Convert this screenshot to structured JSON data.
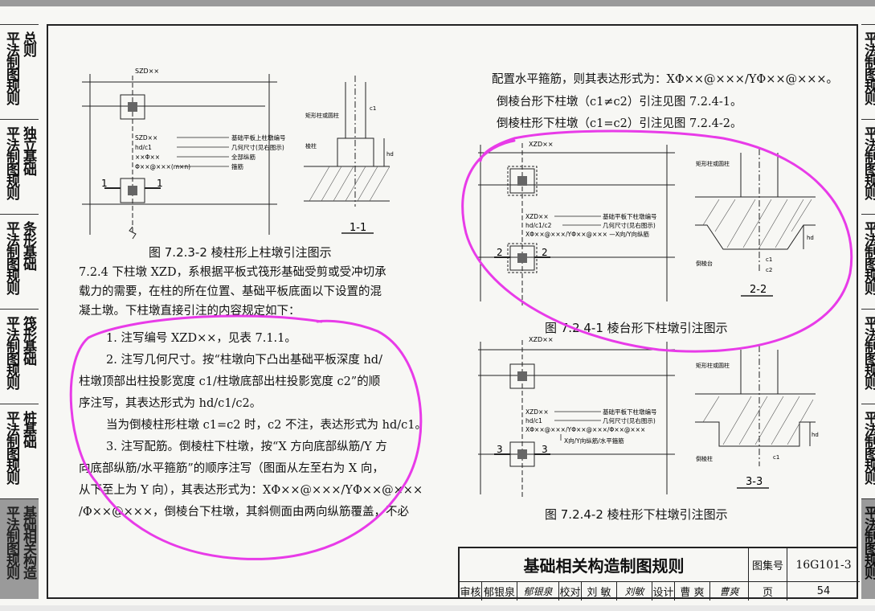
{
  "left_tabs": [
    {
      "lines": [
        "总则",
        "平法制图规则"
      ]
    },
    {
      "lines": [
        "独立基础",
        "平法制图规则"
      ]
    },
    {
      "lines": [
        "条形基础",
        "平法制图规则"
      ]
    },
    {
      "lines": [
        "筏形基础",
        "平法制图规则"
      ]
    },
    {
      "lines": [
        "桩基础",
        "平法制图规则"
      ]
    },
    {
      "lines": [
        "基础相关构造",
        "平法制图规则"
      ],
      "active": true
    }
  ],
  "right_tabs": [
    "平法制图规则",
    "平法制图规则",
    "平法制图规则",
    "平法制图规则",
    "平法制图规则",
    "平法制图规则"
  ],
  "figure_left_top": {
    "xzd_label": "SZD××",
    "callout_lines": [
      "SZD××",
      "hd/c1",
      "××Φ××",
      "Φ××@×××(m×n)"
    ],
    "callout_desc": [
      "基础平板上柱墩编号",
      "几何尺寸(见右图示)",
      "全部纵筋",
      "箍筋"
    ],
    "sec_marks": [
      "1",
      "1"
    ],
    "section_notes": [
      "矩形柱或圆柱",
      "棱柱",
      "hd",
      "c1"
    ],
    "section_title": "1-1",
    "caption": "图 7.2.3-2  棱柱形上柱墩引注图示"
  },
  "left_text": {
    "p1_lines": [
      "7.2.4  下柱墩 XZD，系根据平板式筏形基础受剪或受冲切承",
      "载力的需要，在柱的所在位置、基础平板底面以下设置的混",
      "凝土墩。下柱墩直接引注的内容规定如下："
    ],
    "items": [
      "1. 注写编号 XZD××，见表 7.1.1。",
      "2. 注写几何尺寸。按“柱墩向下凸出基础平板深度 hd/",
      "柱墩顶部出柱投影宽度 c1/柱墩底部出柱投影宽度 c2”的顺",
      "序注写，其表达形式为 hd/c1/c2。",
      "当为倒棱柱形柱墩 c1=c2 时，c2 不注，表达形式为 hd/c1。",
      "3. 注写配筋。倒棱柱下柱墩，按“X 方向底部纵筋/Y 方",
      "向底部纵筋/水平箍筋”的顺序注写（图面从左至右为 X 向，",
      "从下至上为 Y 向），其表达形式为：XΦ××@×××/YΦ××@×××",
      "/Φ××@×××，倒棱台下柱墩，其斜侧面由两向纵筋覆盖，不必"
    ]
  },
  "right_text": {
    "lines": [
      "配置水平箍筋，则其表达形式为：XΦ××@×××/YΦ××@×××。",
      "倒棱台形下柱墩（c1≠c2）引注见图 7.2.4-1。",
      "倒棱柱形下柱墩（c1=c2）引注见图 7.2.4-2。"
    ]
  },
  "figure_right_1": {
    "xzd_label": "XZD××",
    "callout_lines": [
      "XZD××",
      "hd/c1/c2",
      "XΦ××@×××/YΦ××@××× —X向/Y向纵筋"
    ],
    "callout_desc": [
      "基础平板下柱墩编号",
      "几何尺寸(见右图示)"
    ],
    "sec_marks": [
      "2",
      "2"
    ],
    "section_notes": [
      "矩形柱或圆柱",
      "倒棱台",
      "hd",
      "c1",
      "c2"
    ],
    "section_title": "2-2",
    "caption": "图 7.2.4-1  棱台形下柱墩引注图示"
  },
  "figure_right_2": {
    "xzd_label": "XZD××",
    "callout_lines": [
      "XZD××",
      "hd/c1",
      "XΦ××@×××/YΦ××@×××/Φ××@×××"
    ],
    "callout_desc": [
      "基础平板下柱墩编号",
      "几何尺寸(见右图示)",
      "X向/Y向纵筋/水平箍筋"
    ],
    "sec_marks": [
      "3",
      "3"
    ],
    "section_notes": [
      "矩形柱或圆柱",
      "倒棱柱",
      "hd",
      "c1"
    ],
    "section_title": "3-3",
    "caption": "图 7.2.4-2  棱柱形下柱墩引注图示"
  },
  "title_block": {
    "title": "基础相关构造制图规则",
    "atlas_label": "图集号",
    "atlas_no": "16G101-3",
    "review_label": "审核",
    "reviewer": "郁银泉",
    "reviewer_sig": "郁银泉",
    "check_label": "校对",
    "checker": "刘  敏",
    "checker_sig": "刘敏",
    "design_label": "设计",
    "designer": "曹  爽",
    "designer_sig": "曹爽",
    "page_label": "页",
    "page_no": "54"
  },
  "colors": {
    "annotation": "#e83be8",
    "tab_active": "#9a9a9a"
  }
}
